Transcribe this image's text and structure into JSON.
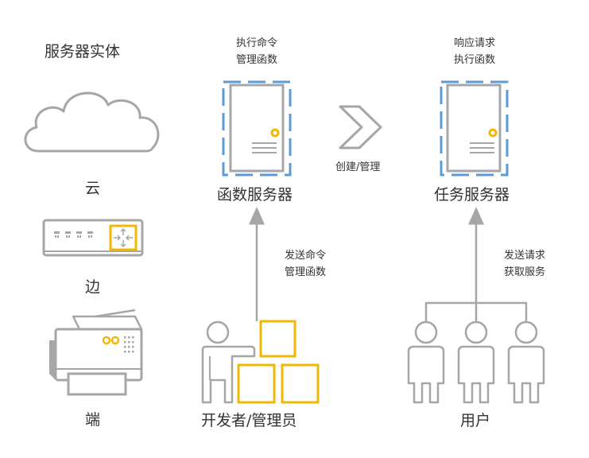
{
  "left_column": {
    "title": "服务器实体",
    "cloud_label": "云",
    "edge_label": "边",
    "end_label": "端"
  },
  "function_server": {
    "note_line1": "执行命令",
    "note_line2": "管理函数",
    "label": "函数服务器"
  },
  "create_manage": {
    "label": "创建/管理"
  },
  "task_server": {
    "note_line1": "响应请求",
    "note_line2": "执行函数",
    "label": "任务服务器"
  },
  "developer": {
    "note_line1": "发送命令",
    "note_line2": "管理函数",
    "label": "开发者/管理员"
  },
  "users": {
    "note_line1": "发送请求",
    "note_line2": "获取服务",
    "label": "用户"
  },
  "colors": {
    "outline_gray": "#a6a6a6",
    "accent_yellow": "#f2b705",
    "dash_blue": "#5b9bd5",
    "text": "#333333"
  }
}
